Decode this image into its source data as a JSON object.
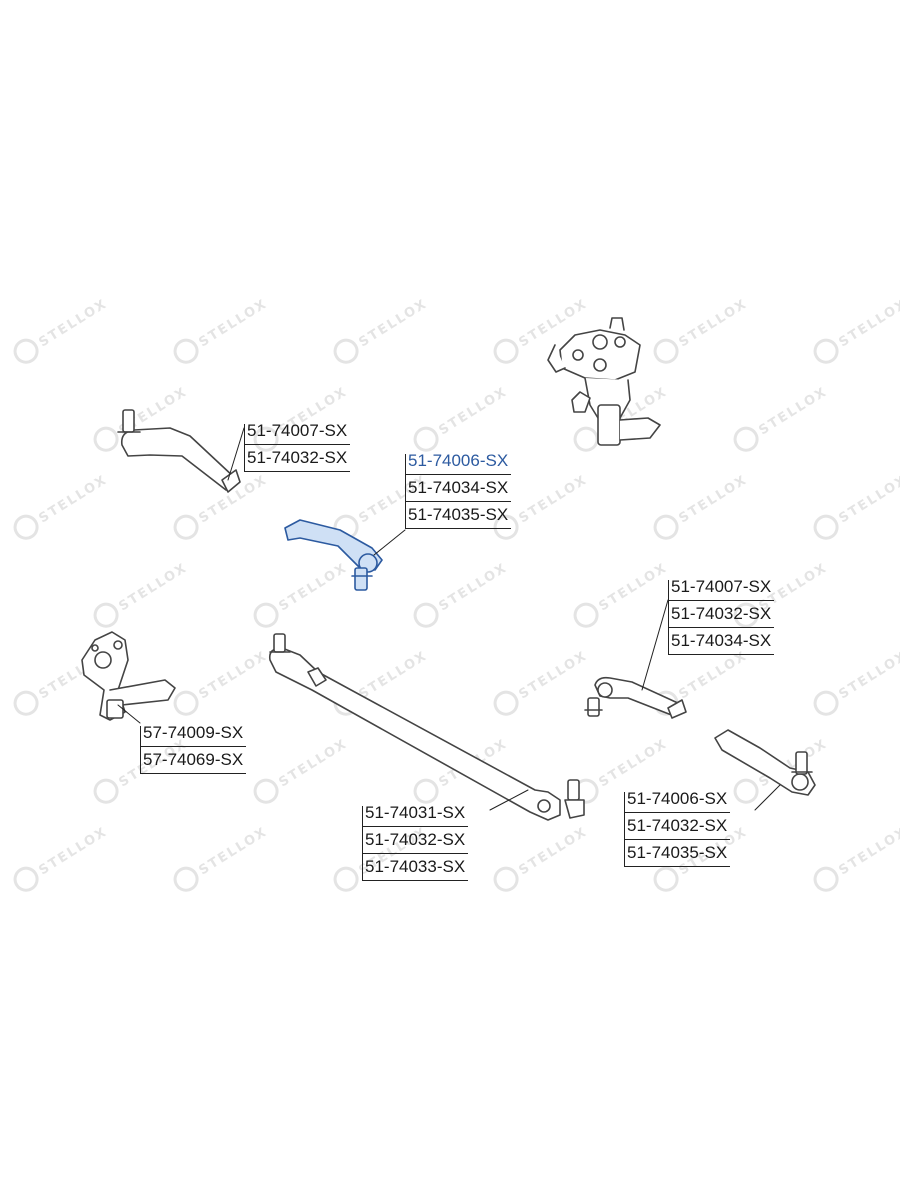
{
  "diagram": {
    "watermark_text": "STELLOX",
    "colors": {
      "part_stroke": "#444444",
      "part_fill": "#ffffff",
      "highlight_fill": "#cfe0f5",
      "highlight_stroke": "#2c5aa0",
      "highlight_text": "#2c5aa0",
      "watermark": "#e4e4e4"
    },
    "callouts": [
      {
        "id": "c1",
        "labels": [
          "51-74007-SX",
          "51-74032-SX"
        ]
      },
      {
        "id": "c2",
        "highlight_first": true,
        "labels": [
          "51-74006-SX",
          "51-74034-SX",
          "51-74035-SX"
        ]
      },
      {
        "id": "c3",
        "labels": [
          "51-74007-SX",
          "51-74032-SX",
          "51-74034-SX"
        ]
      },
      {
        "id": "c4",
        "labels": [
          "57-74009-SX",
          "57-74069-SX"
        ]
      },
      {
        "id": "c5",
        "labels": [
          "51-74031-SX",
          "51-74032-SX",
          "51-74033-SX"
        ]
      },
      {
        "id": "c6",
        "labels": [
          "51-74006-SX",
          "51-74032-SX",
          "51-74035-SX"
        ]
      }
    ]
  }
}
